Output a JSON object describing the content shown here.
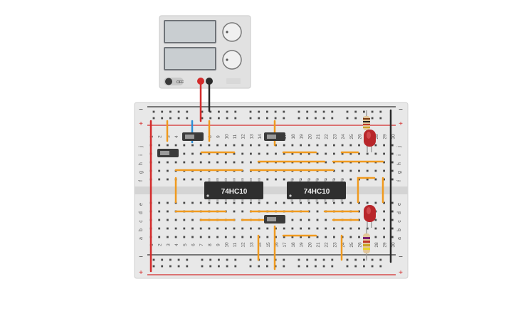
{
  "power_supply": {
    "knob1_marks": [
      "",
      ""
    ],
    "knob2_marks": [
      "",
      ""
    ],
    "button_label": "OFF"
  },
  "breadboard": {
    "row_letters_top": [
      "j",
      "i",
      "h",
      "g",
      "f"
    ],
    "row_letters_bottom": [
      "e",
      "d",
      "c",
      "b",
      "a"
    ],
    "rail_minus": "−",
    "rail_plus": "+",
    "column_numbers": [
      "1",
      "2",
      "3",
      "4",
      "5",
      "6",
      "7",
      "8",
      "9",
      "10",
      "11",
      "12",
      "13",
      "14",
      "15",
      "16",
      "17",
      "18",
      "19",
      "20",
      "21",
      "22",
      "23",
      "24",
      "25",
      "26",
      "27",
      "28",
      "29",
      "30"
    ]
  },
  "chips": [
    {
      "label": "74HC10"
    },
    {
      "label": "74HC10"
    }
  ],
  "colors": {
    "wire_orange": "#f09a1e",
    "wire_red": "#d32b2b",
    "wire_black": "#2b2b2b",
    "wire_blue": "#2d8fd6",
    "board": "#e8e8e8",
    "chip": "#2f2f2f",
    "led": "#b8262a"
  }
}
